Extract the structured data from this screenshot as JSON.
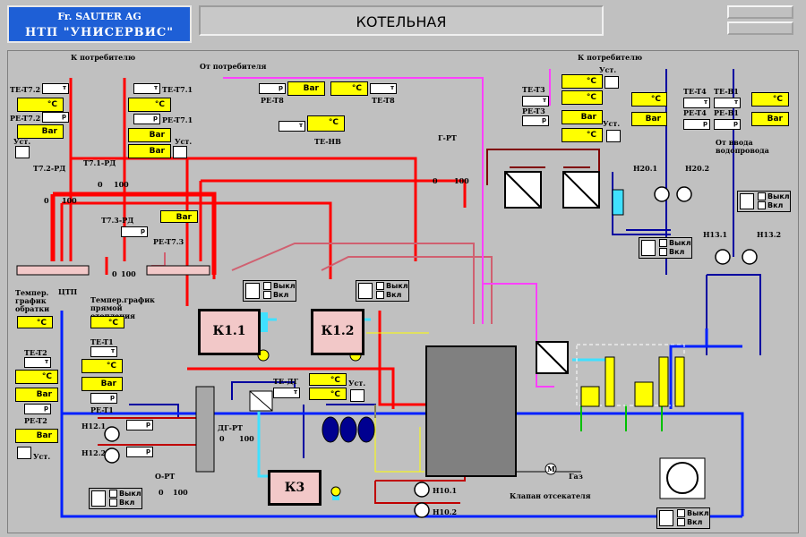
{
  "header": {
    "logo_line1": "Fr. SAUTER  AG",
    "logo_line2": "НТП \"УНИСЕРВИС\"",
    "title": "КОТЕЛЬНАЯ"
  },
  "units": {
    "c": "°C",
    "bar": "Bar",
    "t": "т",
    "p": "p"
  },
  "labels": {
    "k_potr_left": "К потребителю",
    "k_potr_right": "К потребителю",
    "ot_potr": "От потребителя",
    "te_t7_2": "TE-T7.2",
    "te_t7_1": "TE-T7.1",
    "pe_t7_2": "PE-T7.2",
    "pe_t7_1": "PE-T7.1",
    "ust": "Уст.",
    "t7_2_rd": "T7.2-РД",
    "t7_1_rd": "T7.1-РД",
    "t7_3_rd": "T7.3-РД",
    "pe_t7_3": "PE-T7.3",
    "pe_t8": "PE-T8",
    "te_t8": "TE-T8",
    "te_nv": "TE-НВ",
    "g_rt": "Г-РТ",
    "te_t3": "TE-T3",
    "pe_t3": "PE-T3",
    "te_t4": "TE-T4",
    "pe_t4": "PE-T4",
    "te_v1": "TE-B1",
    "pe_v1": "PE-B1",
    "n20_1": "Н20.1",
    "n20_2": "Н20.2",
    "n13_1": "Н13.1",
    "n13_2": "Н13.2",
    "ot_vvoda": "От ввода водопровода",
    "temp_obr": "Темпер. график обратки",
    "ctp": "ЦТП",
    "temp_pr": "Темпер.график прямой отопления",
    "te_t1": "TE-T1",
    "te_t2": "TE-T2",
    "pe_t1": "PE-T1",
    "pe_t2": "PE-T2",
    "n12_1": "Н12.1",
    "n12_2": "Н12.2",
    "o_rt": "О-РТ",
    "dg_rt": "ДГ-РТ",
    "te_dg": "TE-ДГ",
    "k1_1": "К1.1",
    "k1_2": "К1.2",
    "k3": "К3",
    "n10_1": "Н10.1",
    "n10_2": "Н10.2",
    "gaz": "Газ",
    "klapan": "Клапан отсекателя",
    "m": "M",
    "zero": "0",
    "hundred": "100"
  },
  "controls": {
    "off": "Выкл",
    "on": "Вкл"
  },
  "colors": {
    "red": "#ff0000",
    "dark_red": "#c00000",
    "pink": "#ff40ff",
    "rose": "#d06070",
    "navy": "#0000a0",
    "blue": "#0020ff",
    "cyan": "#40e0ff",
    "brown": "#800000",
    "green": "#00c000",
    "yellow": "#ffff00"
  }
}
